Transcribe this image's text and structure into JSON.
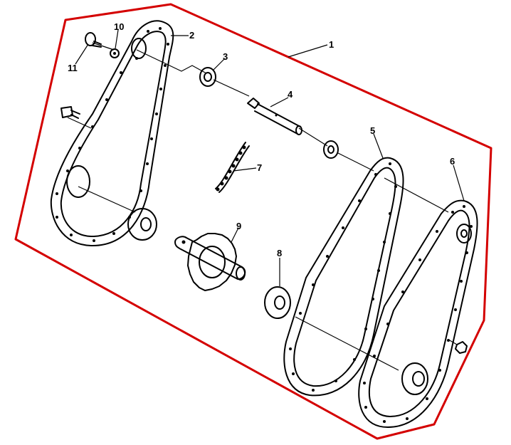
{
  "diagram": {
    "boundary_color": "#d40000",
    "ink_color": "#000000",
    "callouts": [
      {
        "id": "1",
        "label": "1"
      },
      {
        "id": "2",
        "label": "2"
      },
      {
        "id": "3",
        "label": "3"
      },
      {
        "id": "4",
        "label": "4"
      },
      {
        "id": "5",
        "label": "5"
      },
      {
        "id": "6",
        "label": "6"
      },
      {
        "id": "7",
        "label": "7"
      },
      {
        "id": "8",
        "label": "8"
      },
      {
        "id": "9",
        "label": "9"
      },
      {
        "id": "10",
        "label": "10"
      },
      {
        "id": "11",
        "label": "11"
      }
    ]
  }
}
